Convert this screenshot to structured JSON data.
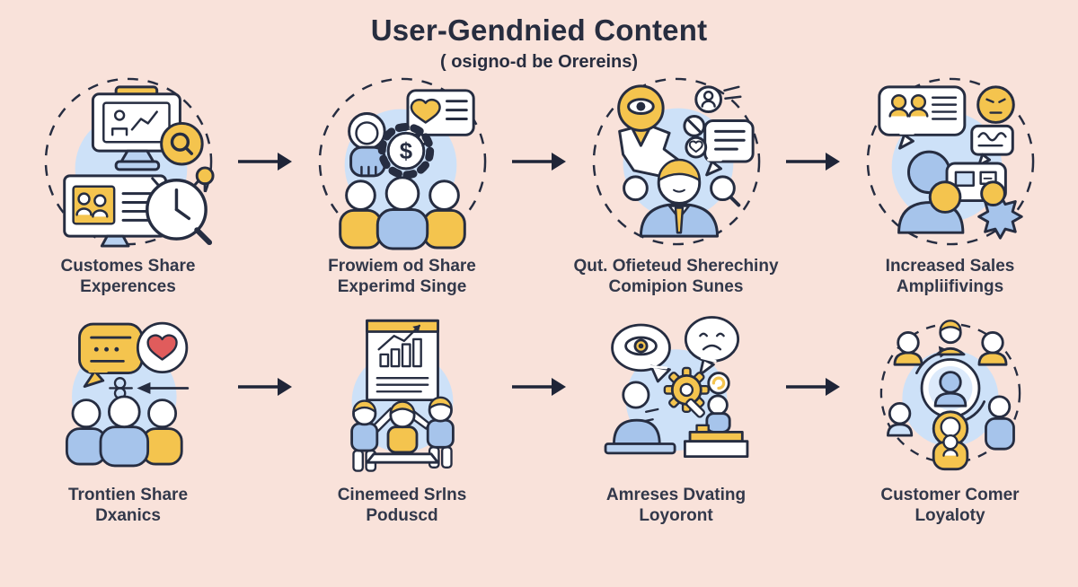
{
  "page": {
    "background": "#f9e2da",
    "ink": "#262d41",
    "caption_color": "#32384a",
    "accent_yellow": "#f4c44e",
    "accent_blue": "#a6c4eb",
    "soft_blue": "#cde1f8",
    "accent_red": "#e05c5c",
    "arrow_color": "#1f2538"
  },
  "header": {
    "title": "User-Gendnied Content",
    "subtitle": "( osigno-d be Orereins)"
  },
  "steps": [
    {
      "icon": "monitors-review-clock-icon",
      "line1": "Customes Share",
      "line2": "Experences"
    },
    {
      "icon": "crowd-gear-dollar-review-icon",
      "line1": "Frowiem od Share",
      "line2": "Experimd Singe"
    },
    {
      "icon": "map-pin-eye-person-icon",
      "line1": "Qut. Ofieteud Sherechiny",
      "line2": "Comipion Sunes"
    },
    {
      "icon": "group-chat-emoji-sales-icon",
      "line1": "Increased Sales",
      "line2": "Ampliifivings"
    },
    {
      "icon": "chat-heart-crowd-icon",
      "line1": "Trontien Share",
      "line2": "Dxanics"
    },
    {
      "icon": "presentation-chart-team-icon",
      "line1": "Cinemeed Srlns",
      "line2": "Poduscd"
    },
    {
      "icon": "eye-sad-gear-desk-icon",
      "line1": "Amreses Dvating",
      "line2": "Loyoront"
    },
    {
      "icon": "customer-loyalty-cycle-icon",
      "line1": "Customer Comer",
      "line2": "Loyaloty"
    }
  ]
}
